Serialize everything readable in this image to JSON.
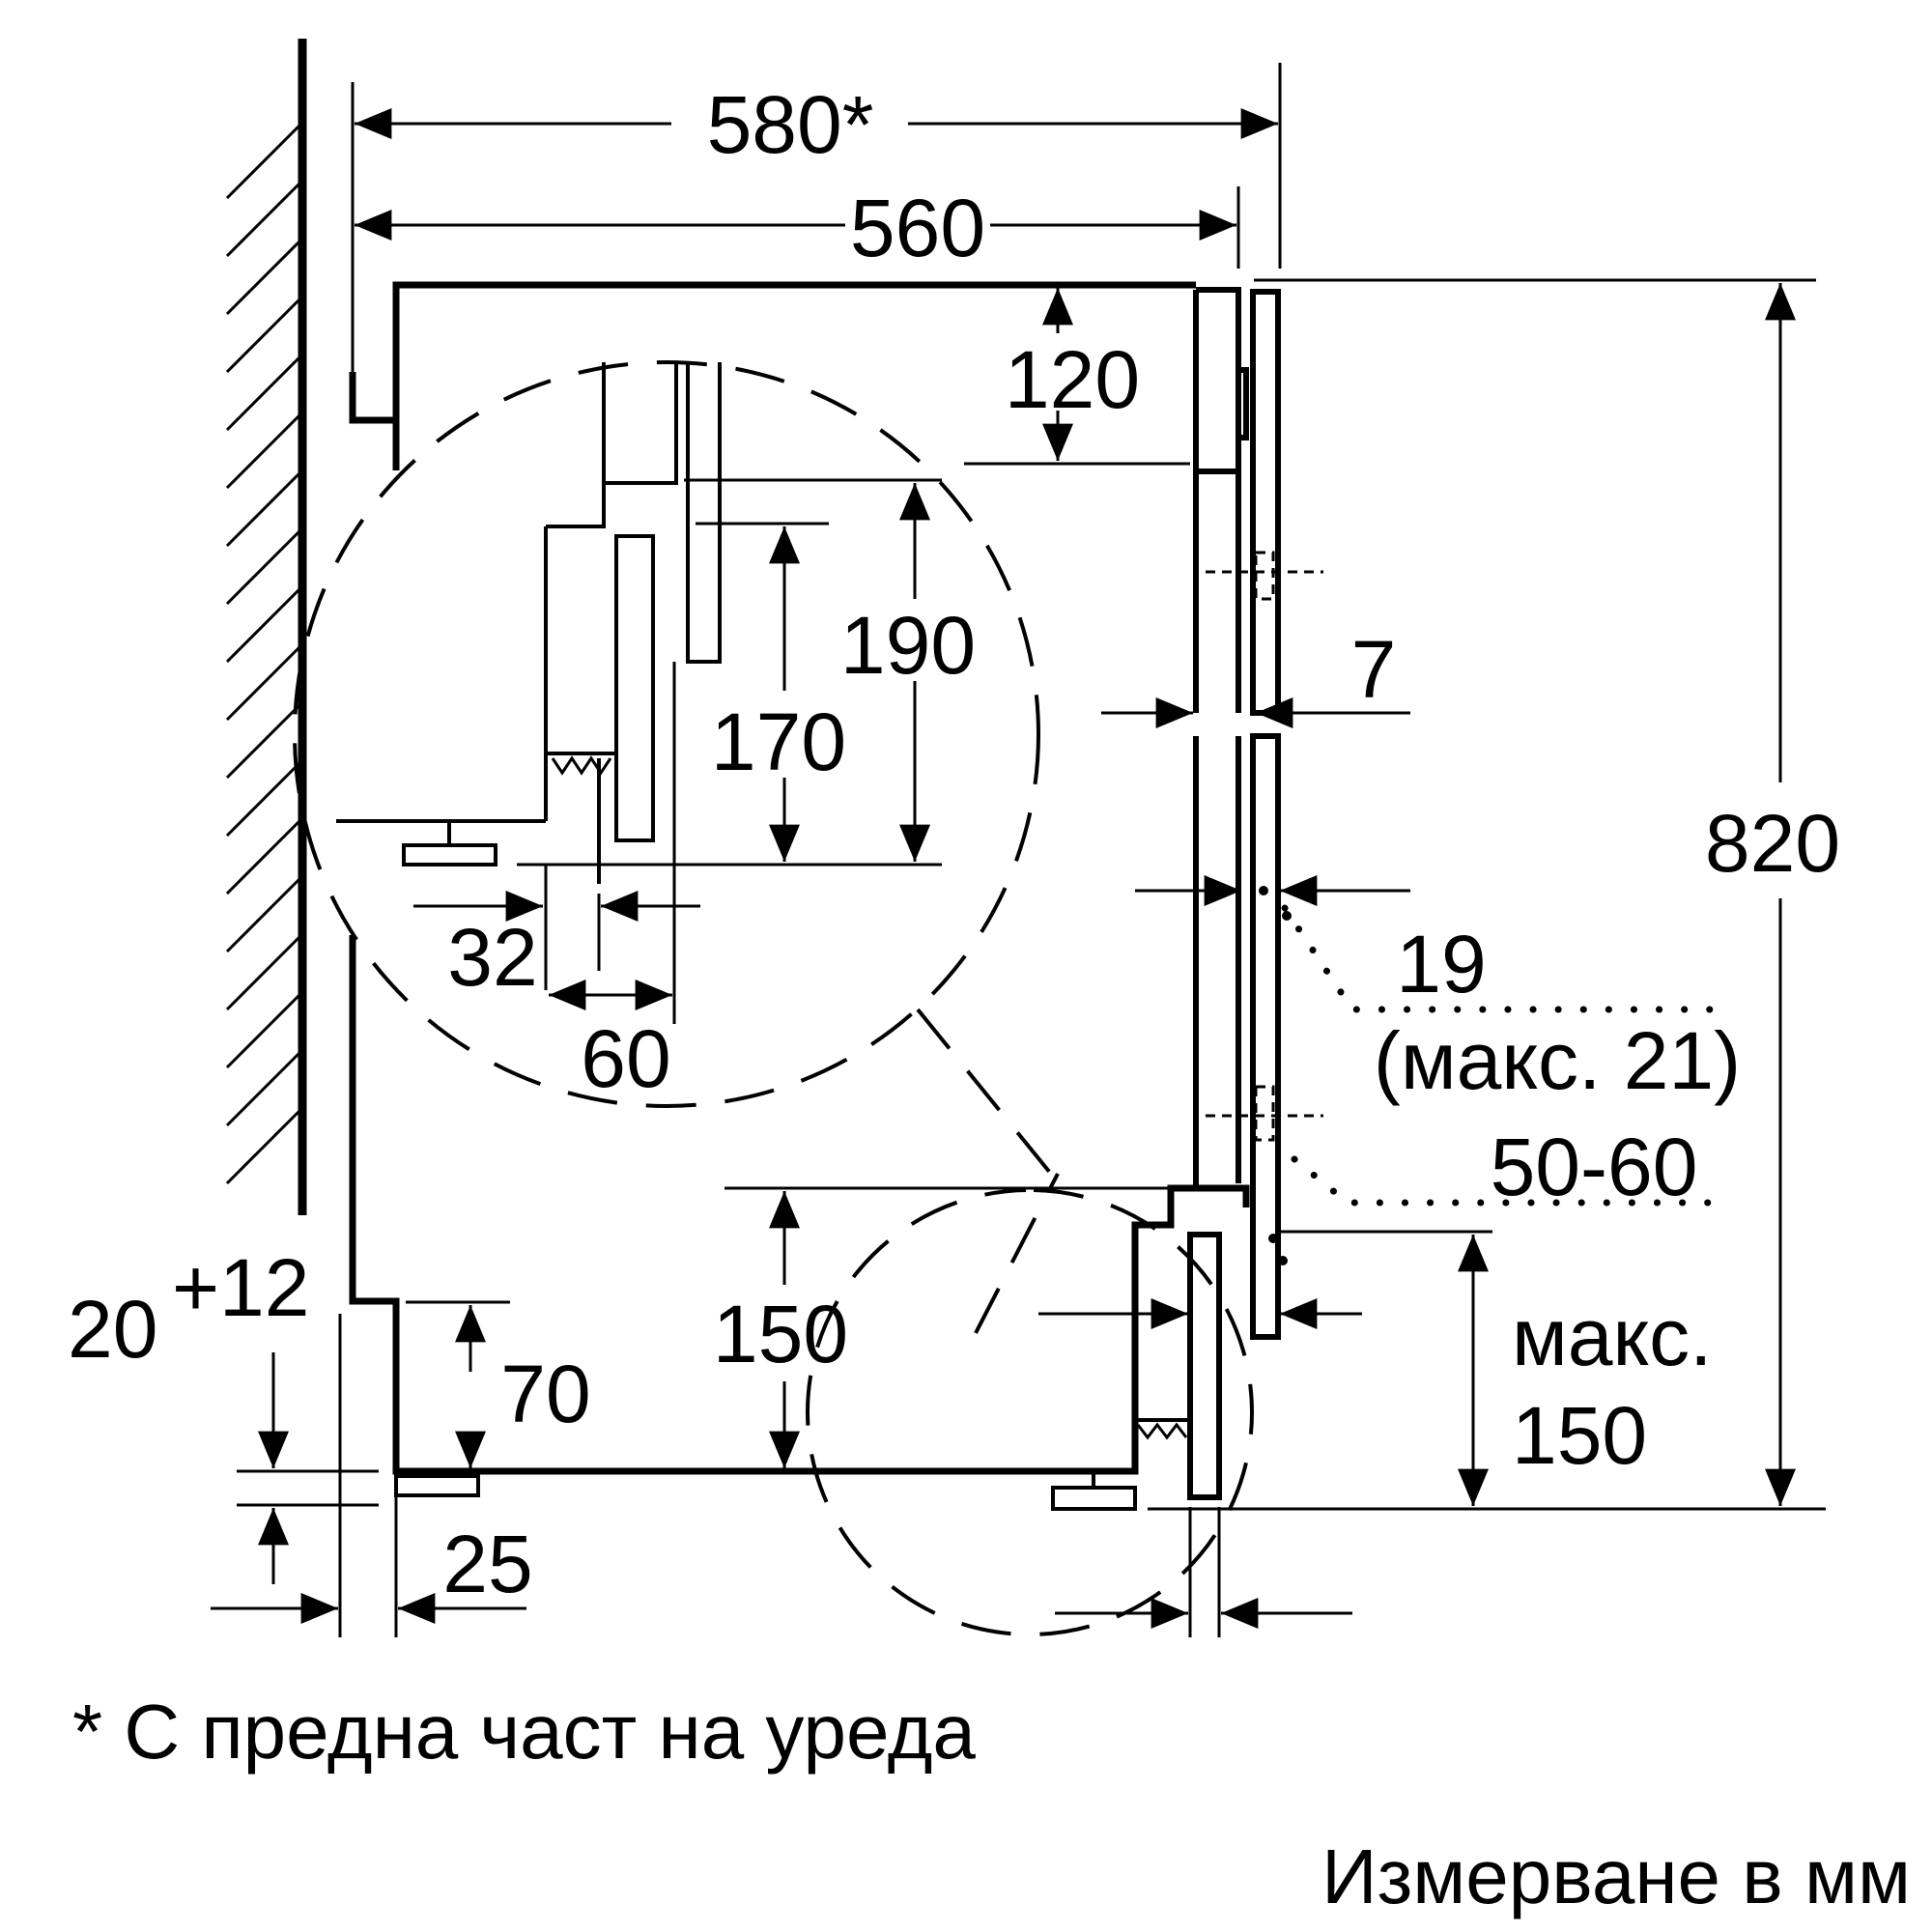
{
  "dimensions": {
    "width_with_front": "580*",
    "width": "560",
    "top_depth": "120",
    "height_190": "190",
    "height_170": "170",
    "gap_7": "7",
    "depth_32": "32",
    "depth_60": "60",
    "panel_19": "19",
    "panel_max": "(макс. 21)",
    "range_50_60": "50-60",
    "height_150": "150",
    "plinth_max_label": "макс.",
    "plinth_max_value": "150",
    "total_height": "820",
    "adjust_base": "20",
    "adjust_plus": "+12",
    "foot_70": "70",
    "foot_25": "25"
  },
  "footnote": "* С предна част на уреда",
  "units_note": "Измерване в мм"
}
